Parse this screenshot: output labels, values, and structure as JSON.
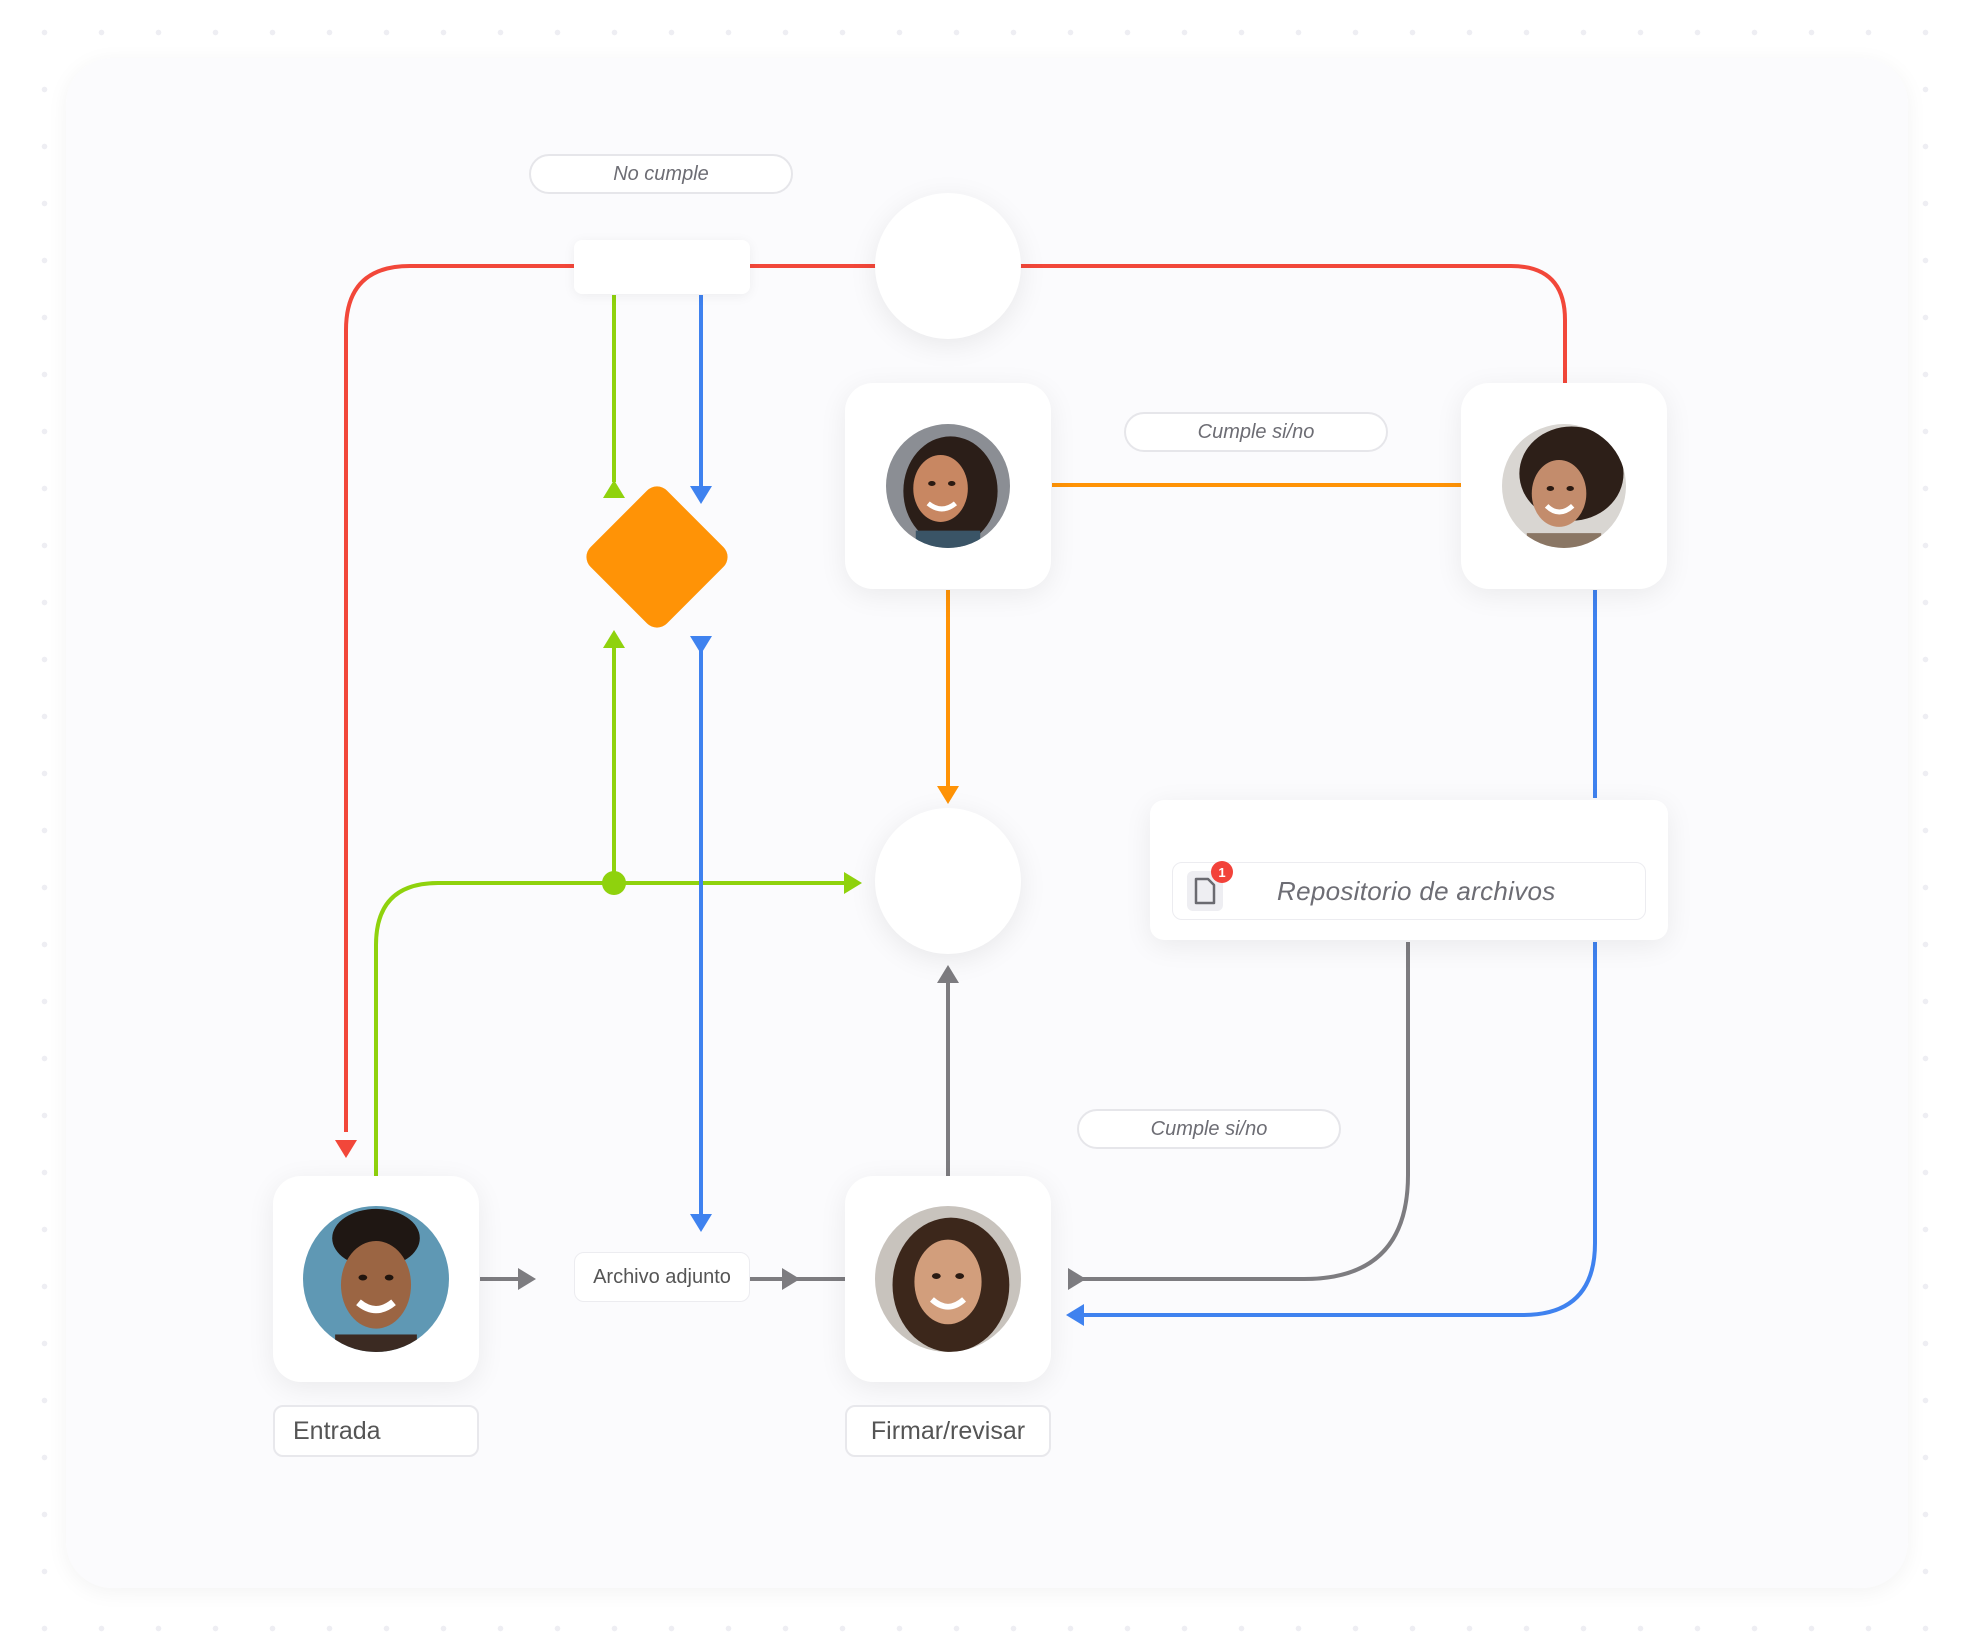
{
  "labels": {
    "no_cumple": "No cumple",
    "cumple_top": "Cumple si/no",
    "cumple_bottom": "Cumple si/no",
    "archivo_adjunto": "Archivo adjunto",
    "entrada": "Entrada",
    "firmar_revisar": "Firmar/revisar",
    "repositorio": "Repositorio de archivos"
  },
  "badge_count": "1",
  "colors": {
    "red": "#f2473a",
    "orange": "#ff9306",
    "green": "#8fd20d",
    "blue": "#3f82ef",
    "gray": "#7d7c80"
  },
  "icons": {
    "decision": "diamond",
    "file": "file-icon"
  }
}
